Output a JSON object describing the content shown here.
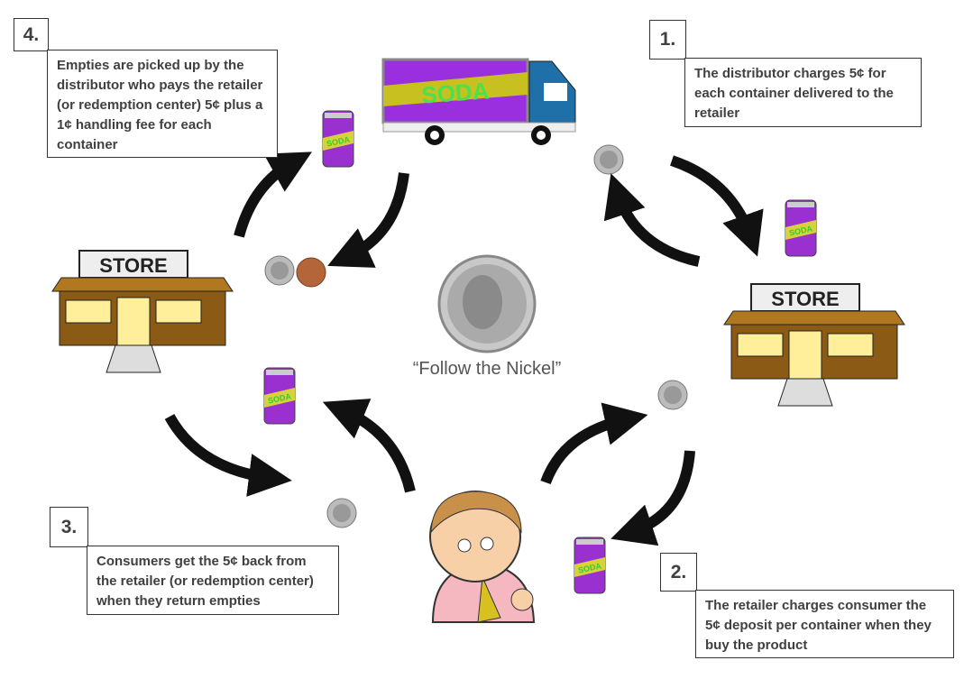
{
  "caption": "“Follow the Nickel”",
  "steps": [
    {
      "number": "1.",
      "text": "The distributor charges 5¢ for each container delivered to the retailer"
    },
    {
      "number": "2.",
      "text": "The retailer charges consumer the 5¢ deposit per container when they buy the product"
    },
    {
      "number": "3.",
      "text": "Consumers get the 5¢ back from the retailer (or redemption center) when they return empties"
    },
    {
      "number": "4.",
      "text": "Empties are picked up by the distributor who pays the retailer (or redemption center) 5¢ plus a 1¢ handling fee for each container"
    }
  ],
  "images": {
    "store_sign": "STORE",
    "can_label": "SODA",
    "truck_label": "SODA"
  },
  "colors": {
    "can": "#9b30d0",
    "truck_cab": "#1f6fa8",
    "store": "#8b5a14",
    "text": "#404040"
  }
}
